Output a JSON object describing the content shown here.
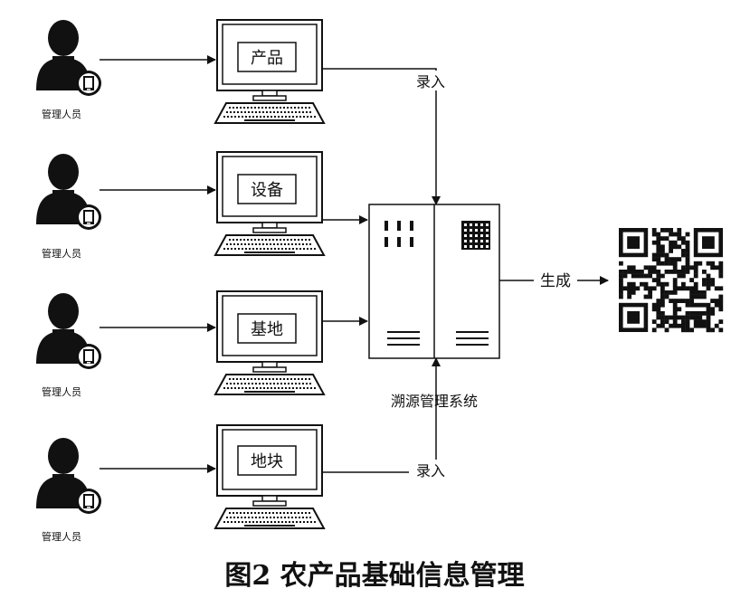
{
  "rows": [
    {
      "person_label": "管理人员",
      "screen_label": "产品"
    },
    {
      "person_label": "管理人员",
      "screen_label": "设备"
    },
    {
      "person_label": "管理人员",
      "screen_label": "基地"
    },
    {
      "person_label": "管理人员",
      "screen_label": "地块"
    }
  ],
  "edges": {
    "top_label": "录入",
    "bottom_label": "录入",
    "output_label": "生成"
  },
  "system": {
    "label": "溯源管理系统"
  },
  "caption": "图2  农产品基础信息管理"
}
